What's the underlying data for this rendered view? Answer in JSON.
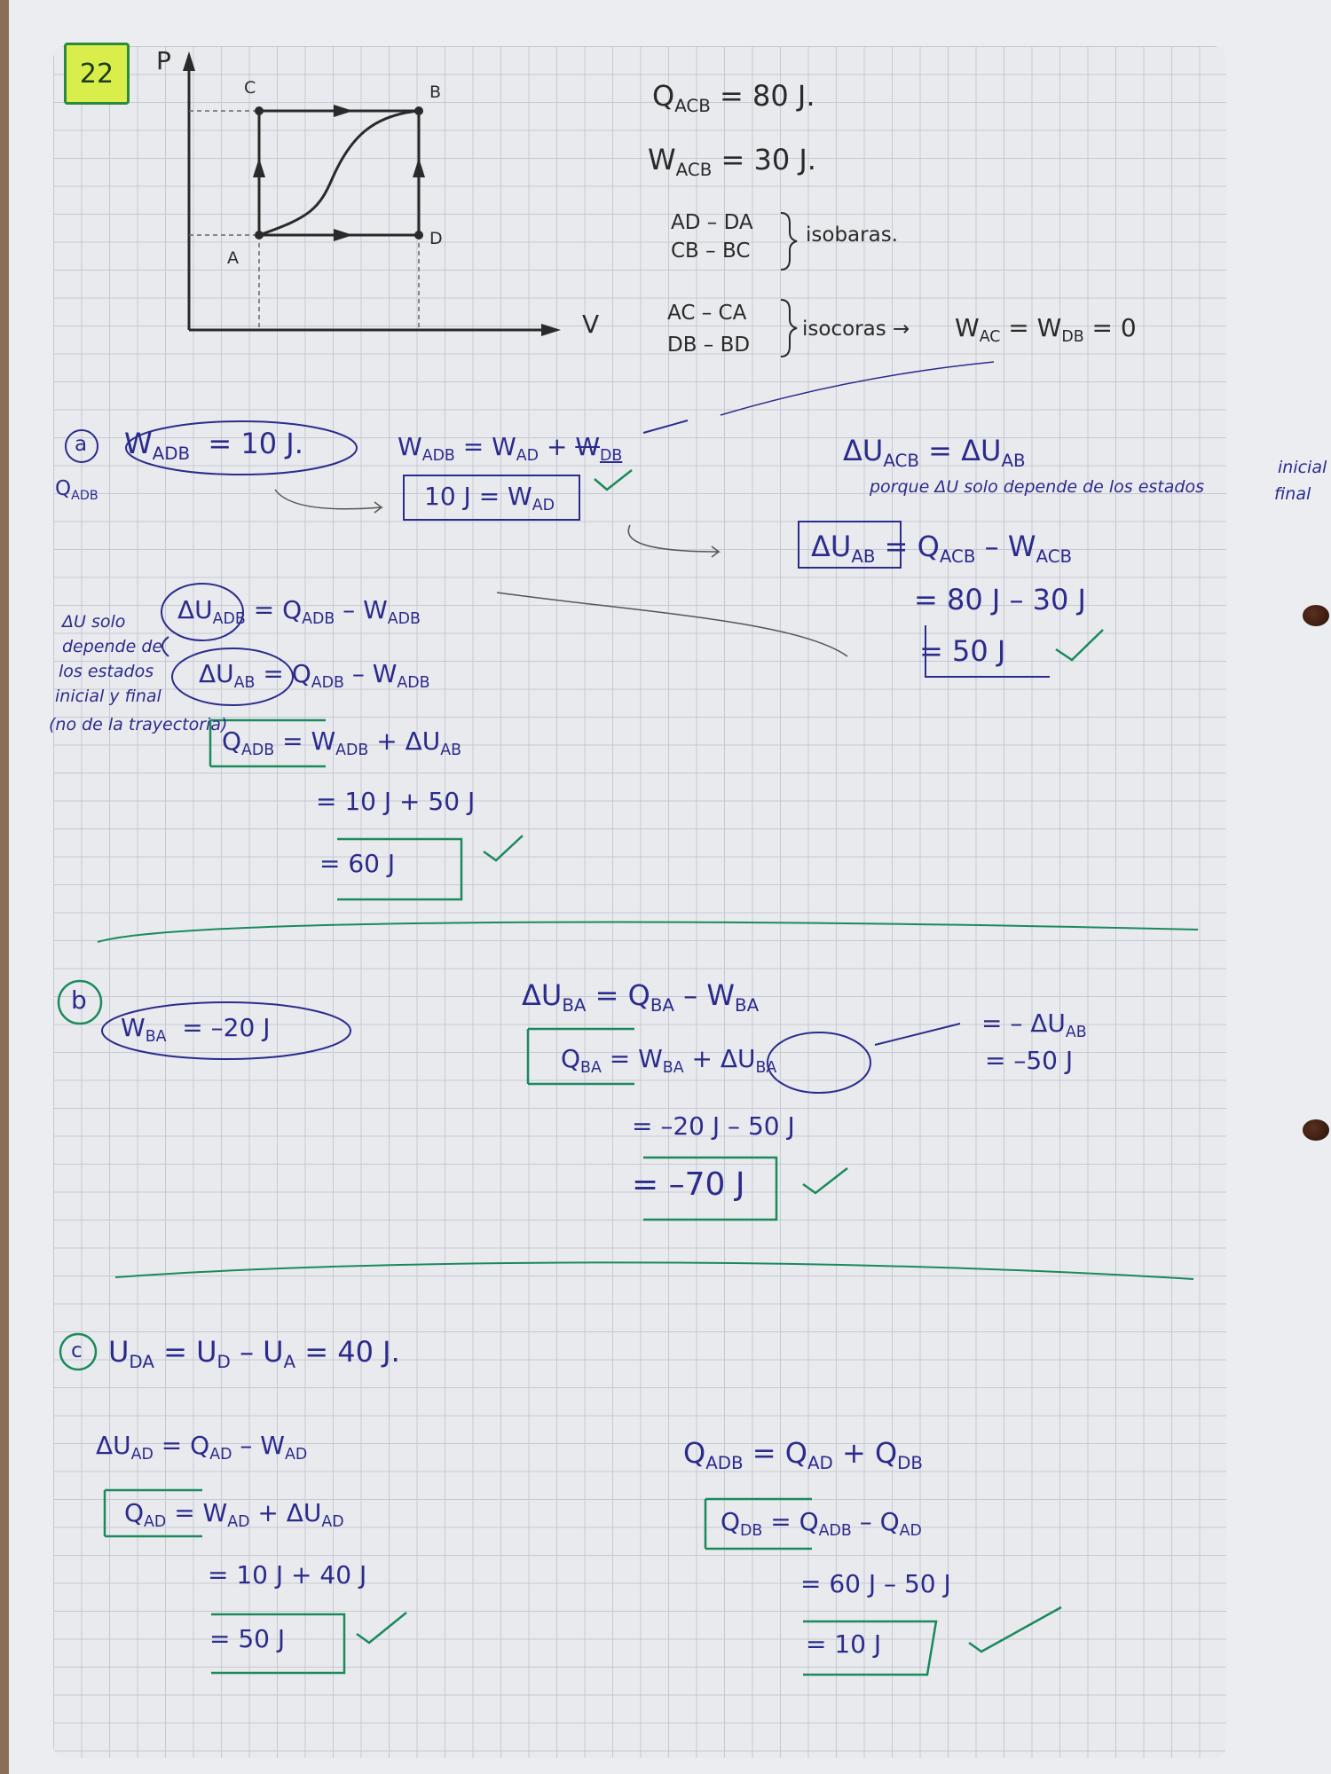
{
  "problem_number": "22",
  "diagram": {
    "axis_p": "P",
    "axis_v": "V",
    "points": {
      "a": "A",
      "b": "B",
      "c": "C",
      "d": "D"
    }
  },
  "given": {
    "q_acb": {
      "sym": "Q",
      "sub": "ACB",
      "rhs": "= 80 J."
    },
    "w_acb": {
      "sym": "W",
      "sub": "ACB",
      "rhs": "= 30 J."
    },
    "isobaras_line1": "AD – DA",
    "isobaras_line2": "CB – BC",
    "isobaras_label": "isobaras.",
    "isocoras_line1": "AC – CA",
    "isocoras_line2": "DB – BD",
    "isocoras_label": "isocoras →",
    "isocoras_result": {
      "w1": "AC",
      "w2": "DB",
      "rhs": "= 0"
    }
  },
  "part_a": {
    "label": "a",
    "given": {
      "sym": "W",
      "sub": "ADB",
      "rhs": "= 10 J."
    },
    "asked": {
      "sym": "Q",
      "sub": "ADB"
    },
    "eq1": {
      "lhs_sub": "ADB",
      "t1_sub": "AD",
      "t2_sub": "DB"
    },
    "eq2": {
      "lhs": "10 J",
      "rhs_sub": "AD"
    },
    "du1": {
      "lhs_sub": "ACB",
      "rhs_sub": "AB"
    },
    "porque": "porque ΔU solo depende de los estados",
    "inicial": "inicial",
    "final": "final",
    "du2": {
      "lhs_sub": "AB",
      "t1_sub": "ACB",
      "t2_sub": "ACB"
    },
    "du2_line2": "= 80 J – 30 J",
    "du2_result": "= 50 J",
    "note": [
      "ΔU solo",
      "depende de",
      "los estados",
      "inicial y final",
      "(no de la trayectoria)"
    ],
    "eq3": {
      "lhs_sub": "ADB",
      "t1_sub": "ADB",
      "t2_sub": "ADB"
    },
    "eq4": {
      "lhs_sub": "AB",
      "t1_sub": "ADB",
      "t2_sub": "ADB"
    },
    "eq5": {
      "lhs_sub": "ADB",
      "t1_sub": "ADB",
      "t2_sub": "AB"
    },
    "eq5_line2": "= 10 J + 50 J",
    "eq5_result": "= 60 J"
  },
  "part_b": {
    "label": "b",
    "given": {
      "sym": "W",
      "sub": "BA",
      "rhs": "= –20 J"
    },
    "eq1": {
      "lhs_sub": "BA",
      "t1_sub": "BA",
      "t2_sub": "BA"
    },
    "eq2": {
      "lhs_sub": "BA",
      "t1_sub": "BA",
      "t2_sub": "BA"
    },
    "side1": {
      "pre": "= – ΔU",
      "sub": "AB"
    },
    "side2": "= –50 J",
    "line3": "= –20 J – 50 J",
    "result": "= –70 J"
  },
  "part_c": {
    "label": "c",
    "given": {
      "sub": "DA",
      "mid": "= U",
      "mid_sub": "D",
      "mid2": "– U",
      "mid2_sub": "A",
      "rhs": "= 40 J."
    },
    "eq1": {
      "lhs_sub": "AD",
      "t1_sub": "AD",
      "t2_sub": "AD"
    },
    "eq2": {
      "lhs_sub": "AD",
      "t1_sub": "AD",
      "t2_sub": "AD"
    },
    "eq2_line2": "= 10 J + 40 J",
    "eq2_result": "= 50 J",
    "eq3": {
      "lhs_sub": "ADB",
      "t1_sub": "AD",
      "t2_sub": "DB"
    },
    "eq4": {
      "lhs_sub": "DB",
      "t1_sub": "ADB",
      "t2_sub": "AD"
    },
    "eq4_line2": "= 60 J – 50 J",
    "eq4_result": "= 10 J"
  },
  "colors": {
    "ink_blue": "#2b2b8c",
    "ink_green": "#1a8a5a",
    "ink_black": "#2a2a2a",
    "highlight": "#d9ee4a"
  }
}
